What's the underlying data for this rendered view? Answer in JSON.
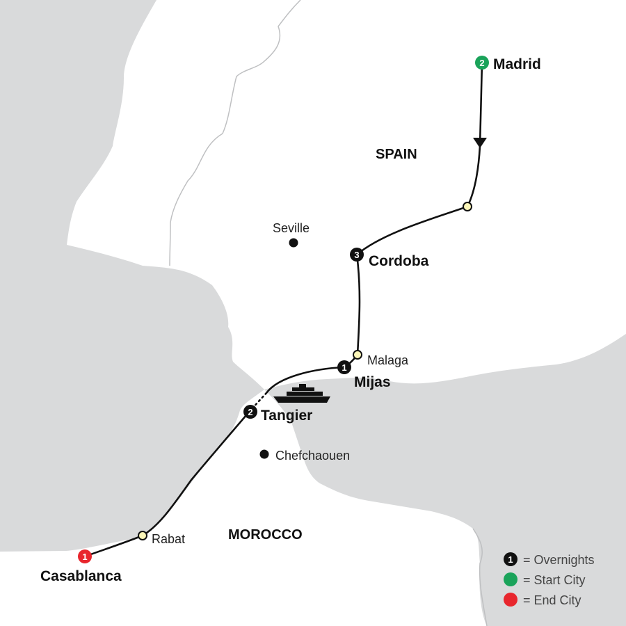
{
  "countries": {
    "spain": "SPAIN",
    "morocco": "MOROCCO"
  },
  "cities": {
    "madrid": {
      "name": "Madrid",
      "nights": "2"
    },
    "cordoba": {
      "name": "Cordoba",
      "nights": "3"
    },
    "mijas": {
      "name": "Mijas",
      "nights": "1"
    },
    "tangier": {
      "name": "Tangier",
      "nights": "2"
    },
    "casablanca": {
      "name": "Casablanca",
      "nights": "1"
    },
    "seville": {
      "name": "Seville"
    },
    "malaga": {
      "name": "Malaga"
    },
    "chefchaouen": {
      "name": "Chefchaouen"
    },
    "rabat": {
      "name": "Rabat"
    }
  },
  "legend": {
    "overnights": "= Overnights",
    "start_city": "= Start City",
    "end_city": "= End City",
    "sample_number": "1"
  },
  "colors": {
    "land": "#ffffff",
    "sea": "#d9dadb",
    "border": "#bfc0c2",
    "route": "#111111",
    "overnight_marker": "#111111",
    "start_marker": "#1aa35a",
    "end_marker": "#e8262d",
    "waypoint_fill": "#fbf6b8"
  },
  "icons": {
    "ferry": "ferry-icon",
    "direction": "direction-arrow-icon"
  }
}
